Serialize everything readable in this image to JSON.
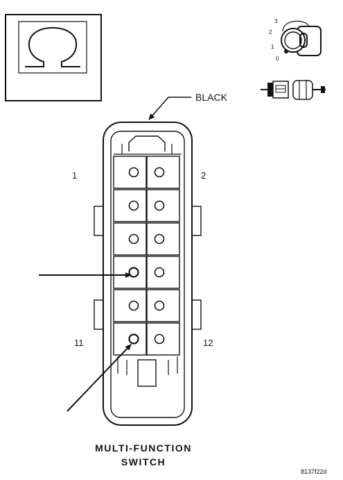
{
  "symbol_box": {
    "symbol": "Ω",
    "meaning": "ohmmeter-icon"
  },
  "key_icon": {
    "positions": [
      "3",
      "2",
      "1",
      "0"
    ]
  },
  "connector": {
    "color_label": "BLACK",
    "pin_labels": {
      "top_left": "1",
      "top_right": "2",
      "bottom_left": "11",
      "bottom_right": "12"
    },
    "rows": 6,
    "columns": 2,
    "probed_pins": [
      "7",
      "11"
    ]
  },
  "title": {
    "line1": "MULTI-FUNCTION",
    "line2": "SWITCH"
  },
  "figure_id": "8137f22d"
}
